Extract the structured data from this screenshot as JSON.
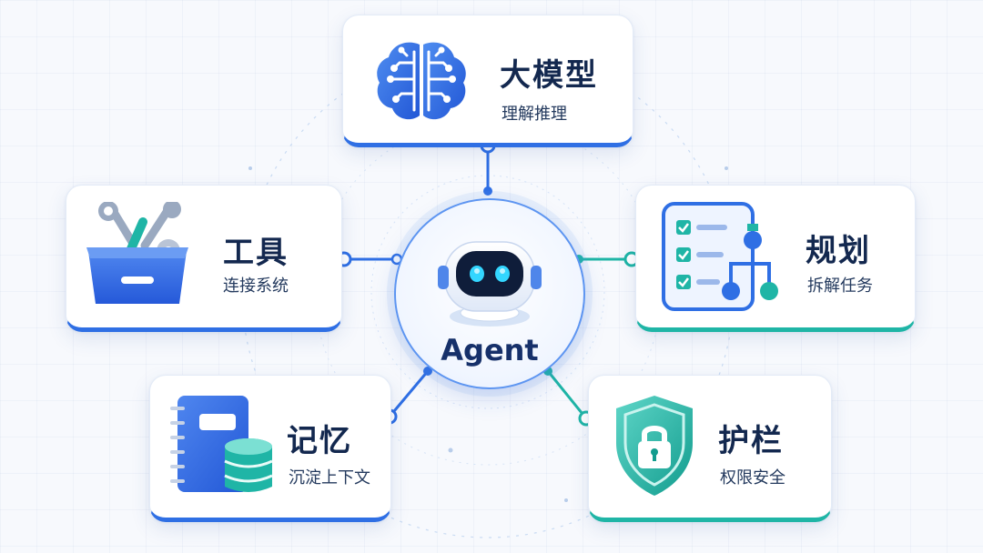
{
  "center": {
    "label": "Agent"
  },
  "nodes": {
    "llm": {
      "title": "大模型",
      "subtitle": "理解推理",
      "icon": "brain-circuit-icon"
    },
    "tools": {
      "title": "工具",
      "subtitle": "连接系统",
      "icon": "toolbox-icon"
    },
    "planning": {
      "title": "规划",
      "subtitle": "拆解任务",
      "icon": "checklist-flow-icon"
    },
    "memory": {
      "title": "记忆",
      "subtitle": "沉淀上下文",
      "icon": "notebook-database-icon"
    },
    "guardrails": {
      "title": "护栏",
      "subtitle": "权限安全",
      "icon": "shield-lock-icon"
    }
  },
  "colors": {
    "blue": "#2f6fe4",
    "teal": "#1fb5a6",
    "navy": "#13284f"
  }
}
